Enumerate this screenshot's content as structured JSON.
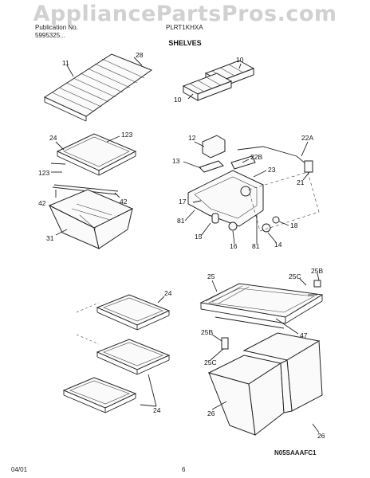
{
  "watermark": "AppliancePartsPros.com",
  "header": {
    "left_top": "Publication No.",
    "left_bottom": "5995325...",
    "right": "PLRT1KHXA",
    "title": "SHELVES"
  },
  "callouts": {
    "c11": "11",
    "c28": "28",
    "c10a": "10",
    "c10b": "10",
    "c24a": "24",
    "c123a": "123",
    "c123b": "123",
    "c42a": "42",
    "c42b": "42",
    "c31": "31",
    "c12": "12",
    "c22A": "22A",
    "c13": "13",
    "c22B": "22B",
    "c23": "23",
    "c21": "21",
    "c17": "17",
    "c81a": "81",
    "c15": "15",
    "c16": "16",
    "c81b": "81",
    "c14": "14",
    "c18": "18",
    "c24b": "24",
    "c24c": "24",
    "c25": "25",
    "c25C": "25C",
    "c25B": "25B",
    "c47": "47",
    "c25Bb": "25B",
    "c25Cb": "25C",
    "c26a": "26",
    "c26b": "26"
  },
  "footer": {
    "code": "N05SAAAFC1",
    "date": "04/01",
    "page": "6"
  }
}
